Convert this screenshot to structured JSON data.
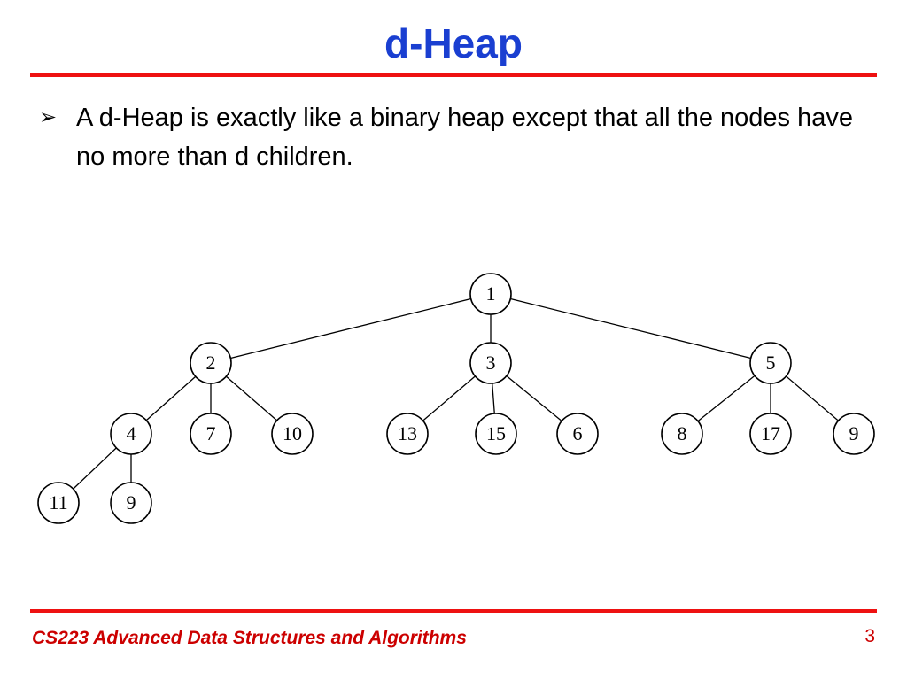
{
  "slide": {
    "title": "d-Heap",
    "bullet_marker": "➢",
    "bullet_text": "A d-Heap is exactly like a binary heap except that all the nodes have no more than d children.",
    "footer_course": "CS223 Advanced Data Structures and Algorithms",
    "page_number": "3",
    "colors": {
      "title": "#1a3fd1",
      "rule": "#ee1111",
      "footer": "#cc0000"
    }
  },
  "tree": {
    "nodes": [
      {
        "id": "n1",
        "label": "1"
      },
      {
        "id": "n2",
        "label": "2"
      },
      {
        "id": "n3",
        "label": "3"
      },
      {
        "id": "n5",
        "label": "5"
      },
      {
        "id": "n4",
        "label": "4"
      },
      {
        "id": "n7",
        "label": "7"
      },
      {
        "id": "n10",
        "label": "10"
      },
      {
        "id": "n13",
        "label": "13"
      },
      {
        "id": "n15",
        "label": "15"
      },
      {
        "id": "n6",
        "label": "6"
      },
      {
        "id": "n8",
        "label": "8"
      },
      {
        "id": "n17",
        "label": "17"
      },
      {
        "id": "n9a",
        "label": "9"
      },
      {
        "id": "n11",
        "label": "11"
      },
      {
        "id": "n9b",
        "label": "9"
      }
    ],
    "edges": [
      [
        "n1",
        "n2"
      ],
      [
        "n1",
        "n3"
      ],
      [
        "n1",
        "n5"
      ],
      [
        "n2",
        "n4"
      ],
      [
        "n2",
        "n7"
      ],
      [
        "n2",
        "n10"
      ],
      [
        "n3",
        "n13"
      ],
      [
        "n3",
        "n15"
      ],
      [
        "n3",
        "n6"
      ],
      [
        "n5",
        "n8"
      ],
      [
        "n5",
        "n17"
      ],
      [
        "n5",
        "n9a"
      ],
      [
        "n4",
        "n11"
      ],
      [
        "n4",
        "n9b"
      ]
    ]
  }
}
